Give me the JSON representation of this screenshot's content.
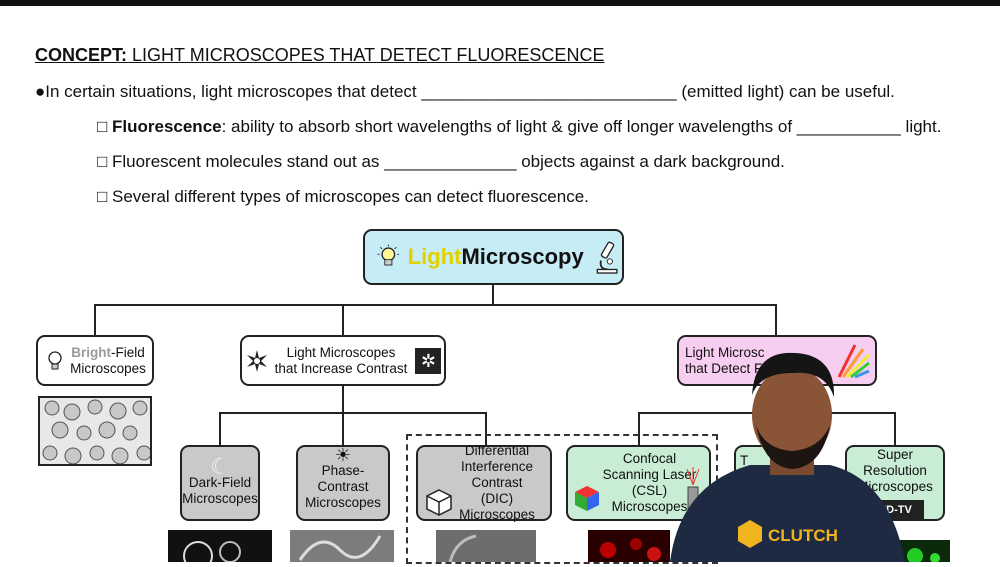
{
  "title": {
    "prefix": "CONCEPT:",
    "text": "LIGHT MICROSCOPES THAT DETECT FLUORESCENCE"
  },
  "lines": {
    "l1": {
      "a": "●In certain situations, light microscopes that detect ",
      "blank": "___________________________",
      "b": " (emitted light) can be useful."
    },
    "l2": {
      "bullet": "□ ",
      "bold": "Fluorescence",
      "a": ": ability to absorb short wavelengths of light & give off longer wavelengths of ",
      "blank": "___________",
      "b": " light."
    },
    "l3": {
      "text": "□ Fluorescent molecules stand out as ______________ objects against a dark background."
    },
    "l4": {
      "text": "□ Several different types of microscopes can detect fluorescence."
    }
  },
  "diagram": {
    "root": {
      "light": "Light",
      "rest": " Microscopy"
    },
    "bright": {
      "bold": "Bright",
      "rest": "-Field",
      "line2": "Microscopes"
    },
    "contrast": {
      "line1": "Light Microscopes",
      "line2": "that Increase Contrast"
    },
    "fluor": {
      "line1": "Light Microsc",
      "line2": "that Detect F"
    },
    "dark": {
      "line1": "Dark-Field",
      "line2": "Microscopes"
    },
    "phase": {
      "line1": "Phase-Contrast",
      "line2": "Microscopes"
    },
    "dic": {
      "line1": "Differential",
      "line2": "Interference Contrast",
      "line3": "(DIC)",
      "line4": "Microscopes"
    },
    "csl": {
      "line1": "Confocal",
      "line2": "Scanning Laser",
      "line3": "(CSL)",
      "line4": "Microscopes"
    },
    "tirf": {
      "line1": "T"
    },
    "super": {
      "line1": "Super Resolution",
      "line2": "Microscopes",
      "badge": "HD-TV"
    }
  },
  "presenter": {
    "shirt_logo": "CLUTCH"
  },
  "colors": {
    "green_box": "#c9ecd5",
    "pink_box": "#f7cdf0",
    "root_box": "#c6ecf5",
    "gray_box": "#c9c9c9"
  }
}
